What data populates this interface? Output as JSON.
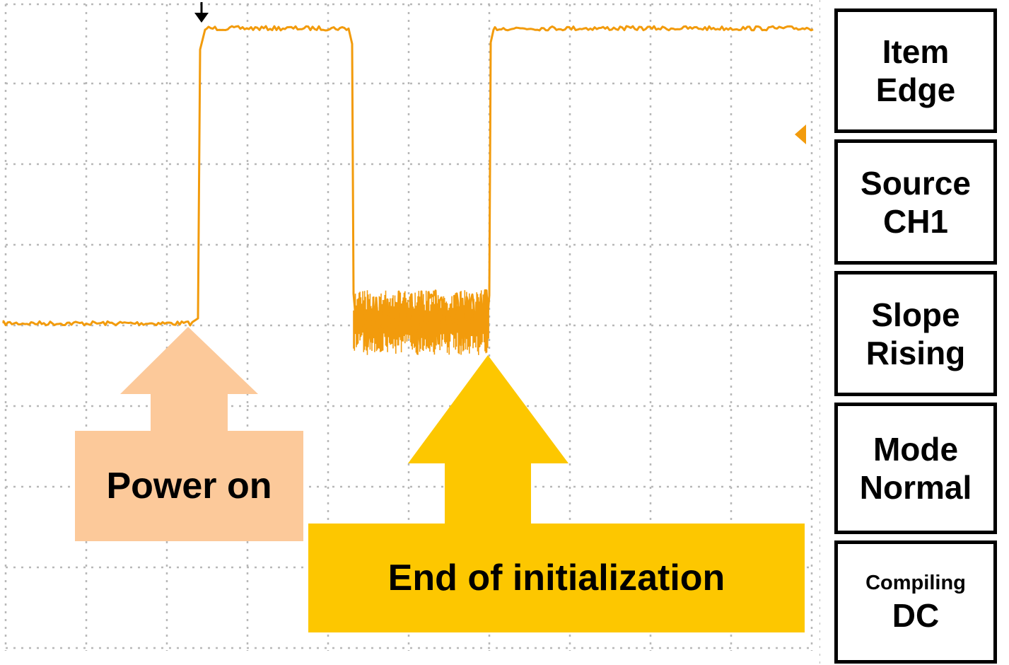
{
  "colors": {
    "trace": "#f29b0c",
    "grid": "#b8b8b8",
    "power_on_callout": "#fcc99a",
    "init_callout": "#fdc700"
  },
  "annotations": {
    "power_on": "Power on",
    "end_of_init": "End of initialization"
  },
  "markers": {
    "trigger_position": "down-arrow-icon",
    "trigger_level": "left-arrow-icon"
  },
  "softkeys": [
    {
      "key": "Item",
      "value": "Edge"
    },
    {
      "key": "Source",
      "value": "CH1"
    },
    {
      "key": "Slope",
      "value": "Rising"
    },
    {
      "key": "Mode",
      "value": "Normal"
    },
    {
      "key": "Compiling",
      "value": "DC"
    }
  ]
}
